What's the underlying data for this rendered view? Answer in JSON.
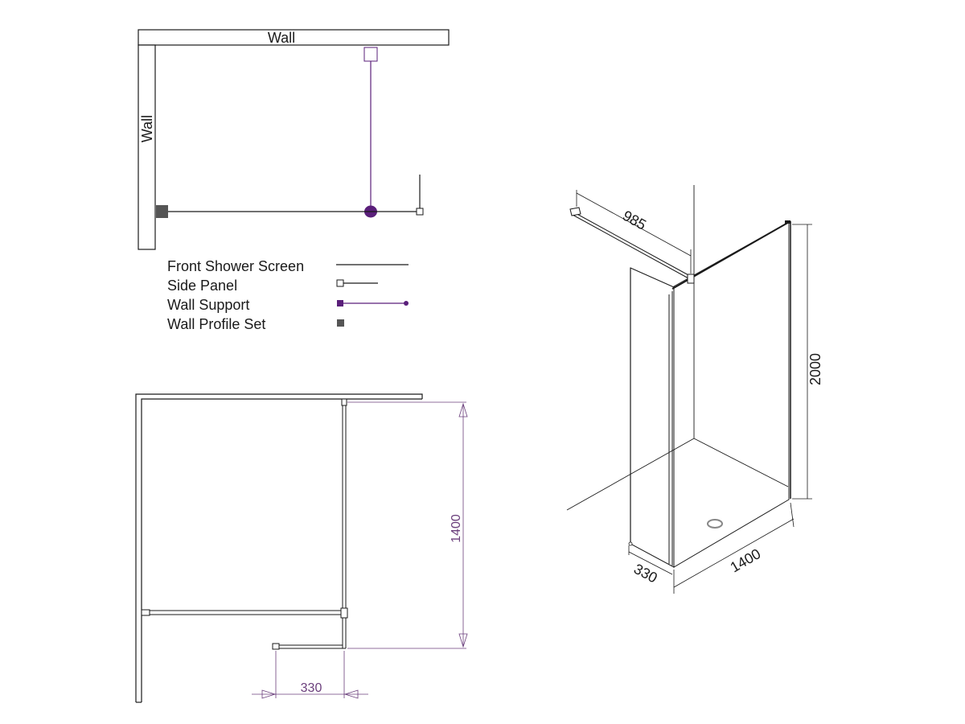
{
  "plan_view": {
    "wall_top_label": "Wall",
    "wall_left_label": "Wall"
  },
  "legend": {
    "items": [
      {
        "label": "Front Shower Screen",
        "symbol": "line"
      },
      {
        "label": "Side Panel",
        "symbol": "square-line"
      },
      {
        "label": "Wall Support",
        "symbol": "filled-square-line-dot"
      },
      {
        "label": "Wall Profile Set",
        "symbol": "dark-square"
      }
    ]
  },
  "dimension_view": {
    "depth_label": "1400",
    "side_width_label": "330"
  },
  "isometric_view": {
    "support_length_label": "985",
    "height_label": "2000",
    "width_label": "1400",
    "side_label": "330"
  },
  "colors": {
    "wall_support": "#5a1f7a",
    "dimension": "#6b3f7c",
    "profile": "#555555",
    "line": "#1a1a1a"
  }
}
